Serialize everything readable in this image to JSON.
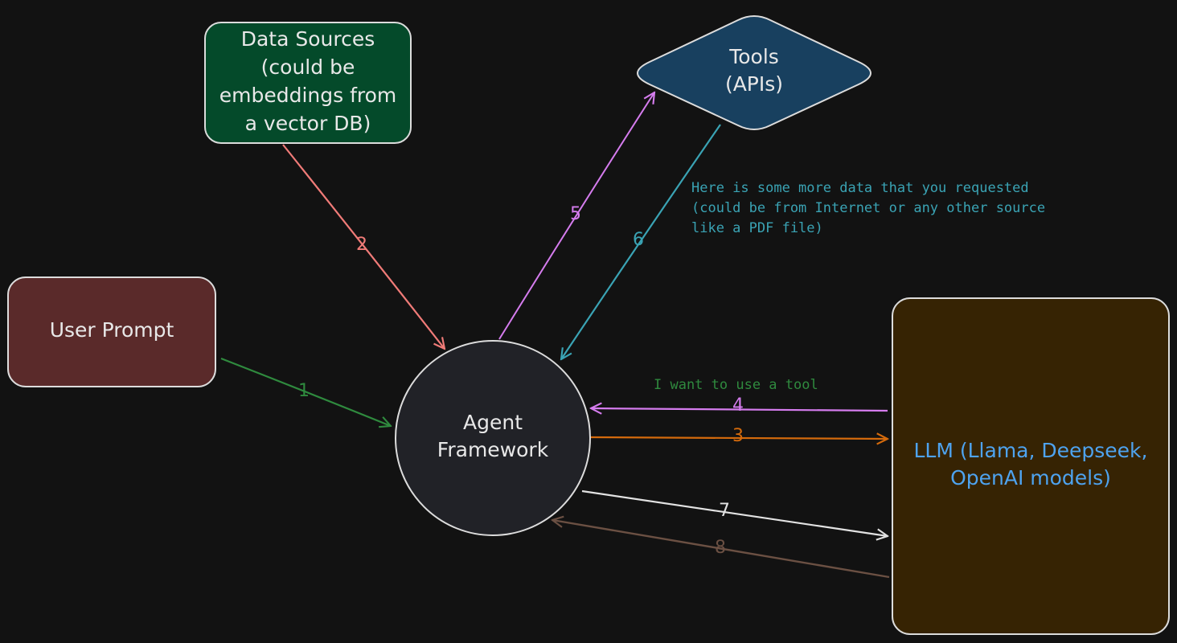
{
  "nodes": {
    "data_sources": {
      "lines": [
        "Data Sources",
        "(could be",
        "embeddings from",
        "a vector DB)"
      ],
      "fill": "#044a2a",
      "text_color": "#e8e8e8"
    },
    "tools": {
      "lines": [
        "Tools",
        "(APIs)"
      ],
      "fill": "#18405f",
      "text_color": "#e8e8e8"
    },
    "user_prompt": {
      "lines": [
        "User Prompt"
      ],
      "fill": "#5a2a2a",
      "text_color": "#e8e8e8"
    },
    "agent_framework": {
      "lines": [
        "Agent",
        "Framework"
      ],
      "fill": "#212227",
      "text_color": "#e8e8e8"
    },
    "llm": {
      "lines": [
        "LLM (Llama, Deepseek,",
        "OpenAI models)"
      ],
      "fill": "#362303",
      "text_color": "#4ea3ef"
    }
  },
  "edges": [
    {
      "id": "1",
      "label": "1",
      "from": "user_prompt",
      "to": "agent_framework",
      "color": "#2f8a3e"
    },
    {
      "id": "2",
      "label": "2",
      "from": "data_sources",
      "to": "agent_framework",
      "color": "#f07b78"
    },
    {
      "id": "3",
      "label": "3",
      "from": "agent_framework",
      "to": "llm",
      "color": "#d46a0c"
    },
    {
      "id": "4",
      "label": "4",
      "from": "llm",
      "to": "agent_framework",
      "color": "#d57cee"
    },
    {
      "id": "5",
      "label": "5",
      "from": "agent_framework",
      "to": "tools",
      "color": "#d57cee"
    },
    {
      "id": "6",
      "label": "6",
      "from": "tools",
      "to": "agent_framework",
      "color": "#3aa3b4"
    },
    {
      "id": "7",
      "label": "7",
      "from": "agent_framework",
      "to": "llm",
      "color": "#e2e2e2"
    },
    {
      "id": "8",
      "label": "8",
      "from": "llm",
      "to": "agent_framework",
      "color": "#6b5043"
    }
  ],
  "annotations": {
    "tool_data": {
      "lines": [
        "Here is some more data that you requested",
        "(could be from Internet or any other source",
        "like a PDF file)"
      ],
      "color": "#3aa3b4"
    },
    "want_tool": {
      "text": "I want to use a tool",
      "color": "#2f8a3e"
    }
  },
  "theme": {
    "background": "#121212",
    "stroke": "#dcdcdc"
  }
}
